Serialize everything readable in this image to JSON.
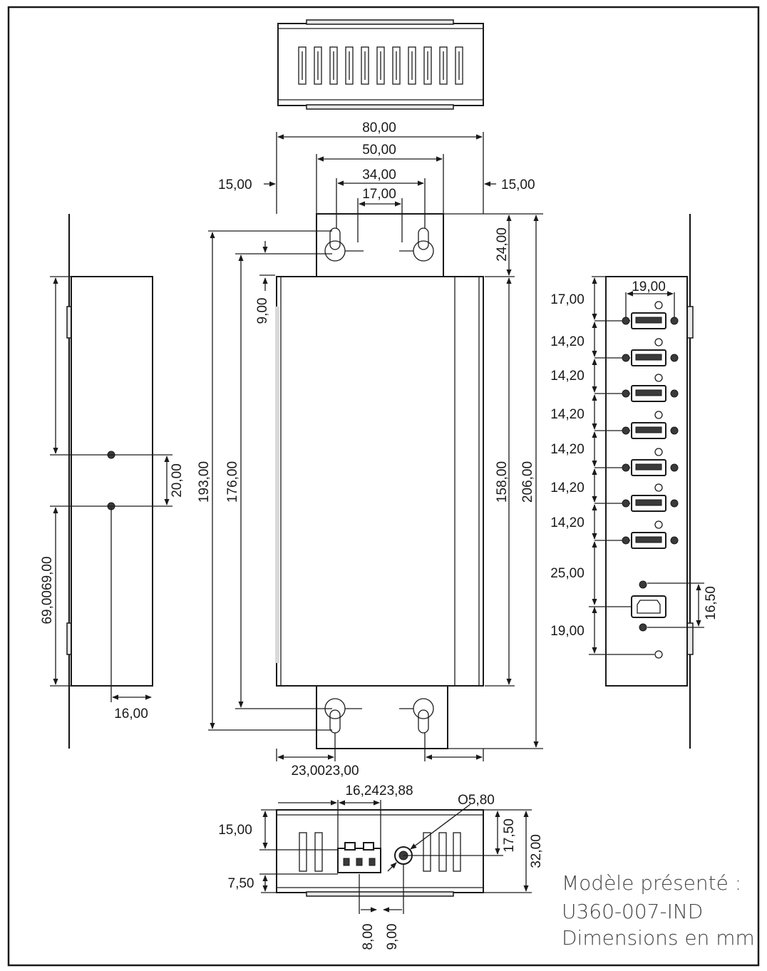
{
  "dimensions": {
    "width_total": "80,00",
    "width_mid": "50,00",
    "holes_outer": "34,00",
    "holes_inner": "17,00",
    "margin_left": "15,00",
    "margin_right": "15,00",
    "tab_height": "24,00",
    "hole_offset": "9,00",
    "height_193": "193,00",
    "height_176": "176,00",
    "height_158": "158,00",
    "height_206": "206,00",
    "left_20": "20,00",
    "left_69": "69,0069,00",
    "left_16": "16,00",
    "bottom_23": "23,0023,00",
    "port_pitch": "19,00",
    "port_first": "17,00",
    "port_step": "14,20",
    "port_gap": "25,00",
    "port_last": "19,00",
    "usb_b": "16,50",
    "front_top": "16,2423,88",
    "front_dia": "O5,80",
    "front_15": "15,00",
    "front_7": "7,50",
    "front_17": "17,50",
    "front_32": "32,00",
    "front_8": "8,00",
    "front_9": "9,00"
  },
  "caption": {
    "line1": "Modèle présenté :",
    "line2": "U360-007-IND",
    "line3": "Dimensions en mm"
  }
}
